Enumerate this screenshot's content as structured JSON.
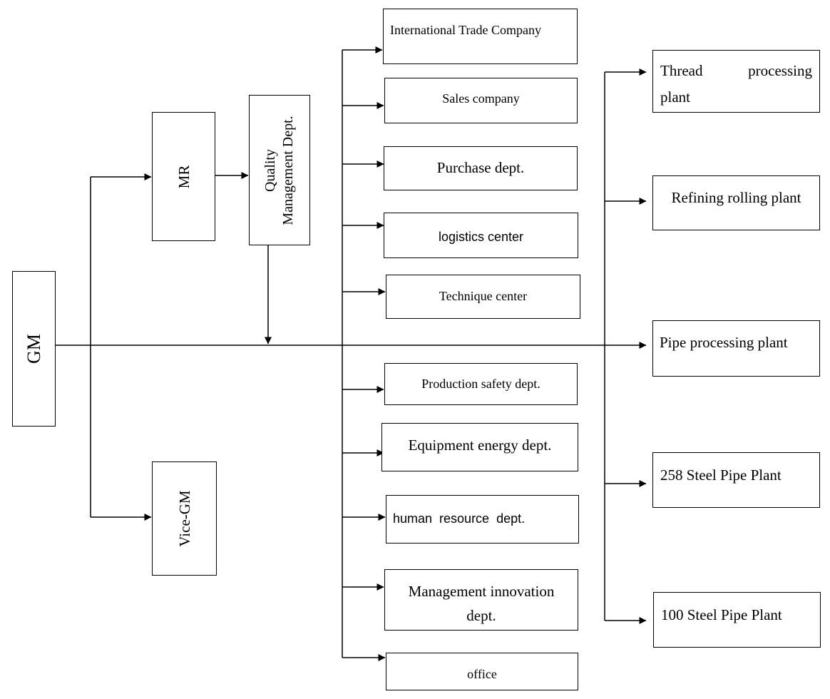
{
  "diagram": {
    "gm": "GM",
    "mr": "MR",
    "vice_gm": "Vice-GM",
    "quality": {
      "line1": "Quality",
      "line2": "Management Dept."
    },
    "departments": {
      "international_trade": "International Trade Company",
      "sales": "Sales company",
      "purchase": "Purchase dept.",
      "logistics": "logistics center",
      "technique": "Technique center",
      "production_safety": "Production safety dept.",
      "equipment_energy": "Equipment energy dept.",
      "human_resource": "human  resource  dept.",
      "management_innovation": {
        "line1": "Management innovation",
        "line2": "dept."
      },
      "office": "office"
    },
    "plants": {
      "thread": {
        "word1": "Thread",
        "word2": "processing",
        "line2": "plant"
      },
      "refining": "Refining rolling plant",
      "pipe_processing": "Pipe processing plant",
      "steel_258": "258 Steel Pipe Plant",
      "steel_100": "100 Steel Pipe Plant"
    }
  }
}
